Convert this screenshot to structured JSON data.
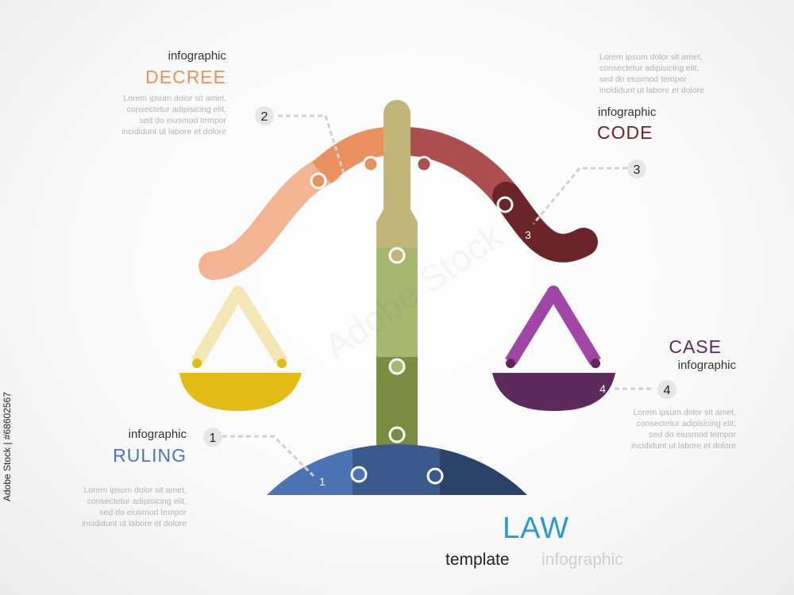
{
  "colors": {
    "decree": "#E9915F",
    "code": "#6B2528",
    "case": "#5E2A5C",
    "ruling": "#4C73B4",
    "title": "#2B9BC9"
  },
  "blocks": {
    "decree": {
      "number": "2",
      "subtitle": "infographic",
      "heading": "DECREE",
      "lorem": [
        "Lorem ipsum dolor sit amet,",
        "consectetur adipisicing elit,",
        "sed do eiusmod tempor",
        "incididunt ut labore et dolore"
      ]
    },
    "code": {
      "number": "3",
      "subtitle": "infographic",
      "heading": "CODE",
      "lorem": [
        "Lorem ipsum dolor sit amet,",
        "consectetur adipisicing elit,",
        "sed do eiusmod tempor",
        "incididunt ut labore et dolore"
      ]
    },
    "case": {
      "number": "4",
      "subtitle": "infographic",
      "heading": "CASE",
      "lorem": [
        "Lorem ipsum dolor sit amet,",
        "consectetur adipisicing elit,",
        "sed do eiusmod tempor",
        "incididunt ut labore et dolore"
      ]
    },
    "ruling": {
      "number": "1",
      "subtitle": "infographic",
      "heading": "RULING",
      "lorem": [
        "Lorem ipsum dolor sit amet,",
        "consectetur adipisicing elit,",
        "sed do eiusmod tempor",
        "incididunt ut labore et dolore"
      ]
    }
  },
  "title": {
    "main": "LAW",
    "word1": "template",
    "word2": "infographic"
  },
  "stock_id": "Adobe Stock | #68602567",
  "watermark": "Adobe Stock"
}
